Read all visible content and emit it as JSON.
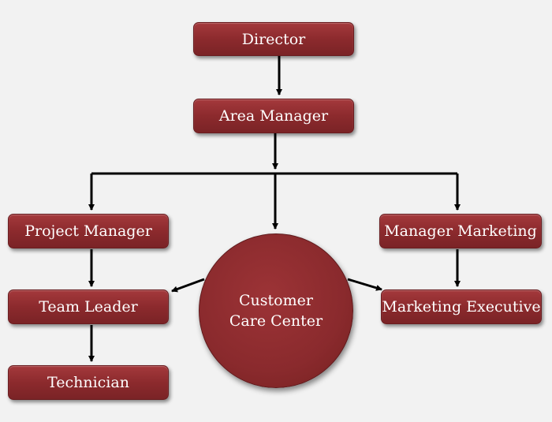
{
  "nodes": {
    "director": "Director",
    "area_manager": "Area Manager",
    "project_manager": "Project Manager",
    "manager_marketing": "Manager Marketing",
    "team_leader": "Team Leader",
    "marketing_executive": "Marketing Executive",
    "technician": "Technician",
    "customer_care_line1": "Customer",
    "customer_care_line2": "Care Center"
  },
  "colors": {
    "node_fill": "#8c2a2d",
    "node_text": "#ffffff",
    "connector": "#000000",
    "background": "#f2f2f2"
  }
}
